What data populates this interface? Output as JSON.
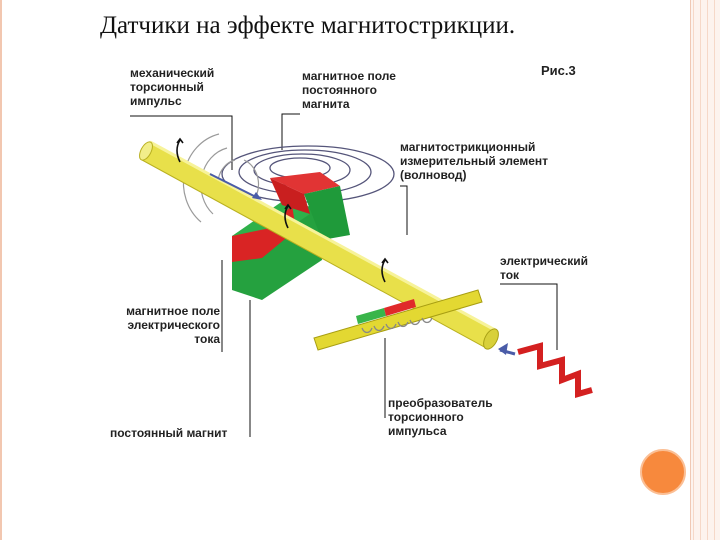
{
  "title": "Датчики на эффекте магнитострикции.",
  "figure_label": "Рис.3",
  "labels": {
    "mechanical_pulse": [
      "механический",
      "торсионный",
      "импульс"
    ],
    "magnet_field": [
      "магнитное поле",
      "постоянного",
      "магнита"
    ],
    "waveguide": [
      "магнитострикционный",
      "измерительный элемент",
      "(волновод)"
    ],
    "electric_current": [
      "электрический",
      "ток"
    ],
    "current_field": [
      "магнитное поле",
      "электрического",
      "тока"
    ],
    "permanent_magnet": [
      "постоянный магнит"
    ],
    "converter": [
      "преобразователь",
      "торсионного",
      "импульса"
    ]
  },
  "colors": {
    "waveguide_yellow": "#e8e04a",
    "magnet_red": "#e02a2a",
    "magnet_green": "#2fb14a",
    "accent_orange": "#f7893d"
  }
}
